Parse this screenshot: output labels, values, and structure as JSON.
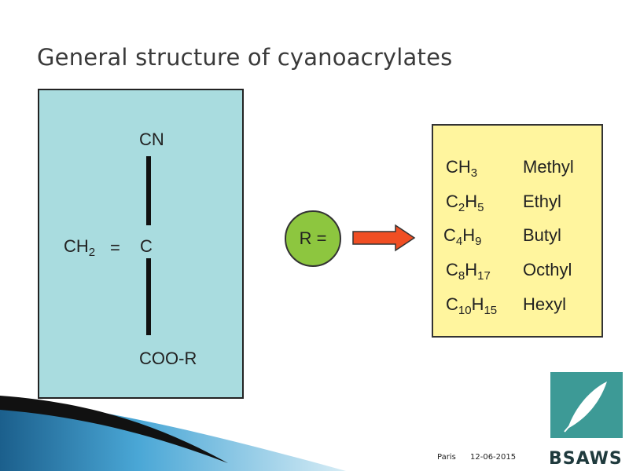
{
  "title": "General structure of cyanoacrylates",
  "structure": {
    "top_group": "CN",
    "left_group_base": "CH",
    "left_group_sub": "2",
    "double_bond": "=",
    "center_atom": "C",
    "bottom_group": "COO-R"
  },
  "r_label": "R =",
  "substituents": [
    {
      "parts": [
        {
          "t": "CH"
        },
        {
          "s": "3"
        }
      ],
      "name": "Methyl"
    },
    {
      "parts": [
        {
          "t": "C"
        },
        {
          "s": "2"
        },
        {
          "t": "H"
        },
        {
          "s": "5"
        }
      ],
      "name": "Ethyl"
    },
    {
      "parts": [
        {
          "t": "C"
        },
        {
          "s": "4"
        },
        {
          "t": "H"
        },
        {
          "s": "9"
        }
      ],
      "name": "Butyl"
    },
    {
      "parts": [
        {
          "t": "C"
        },
        {
          "s": "8"
        },
        {
          "t": "H"
        },
        {
          "s": "17"
        }
      ],
      "name": "Octhyl"
    },
    {
      "parts": [
        {
          "t": "C"
        },
        {
          "s": "10"
        },
        {
          "t": "H"
        },
        {
          "s": "15"
        }
      ],
      "name": "Hexyl"
    }
  ],
  "footer": {
    "location": "Paris",
    "date": "12-06-2015"
  },
  "logo": {
    "text": "BSAWS"
  },
  "colors": {
    "left_panel": "#a9dcdf",
    "r_circle": "#8dc63f",
    "arrow": "#f04e23",
    "right_panel": "#fff59e",
    "logo": "#3d9a96"
  }
}
